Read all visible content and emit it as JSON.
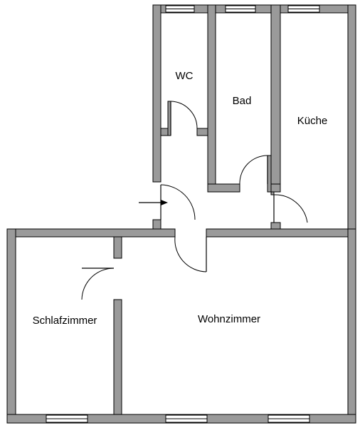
{
  "rooms": {
    "wc": "WC",
    "bad": "Bad",
    "kueche": "Küche",
    "schlafzimmer": "Schlafzimmer",
    "wohnzimmer": "Wohnzimmer"
  },
  "entrance_arrow_icon": "arrow-right-icon",
  "colors": {
    "wall_fill": "#9a9a9a",
    "wall_outline": "#000000",
    "background": "#ffffff"
  }
}
